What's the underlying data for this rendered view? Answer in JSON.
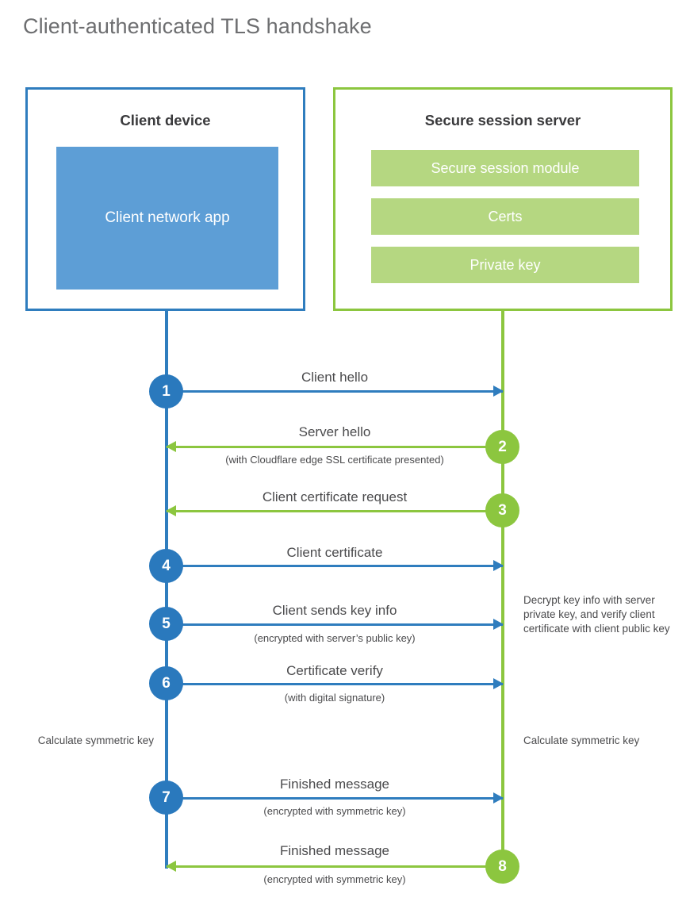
{
  "title": "Client-authenticated TLS handshake",
  "colors": {
    "client_blue": "#2f7dbe",
    "client_circle_blue": "#2a79bd",
    "client_app_fill": "#5d9ed6",
    "server_green": "#8cc63f",
    "server_item_fill": "#b5d781",
    "text_gray": "#4a4a4c",
    "title_gray": "#6d6e70",
    "background": "#ffffff"
  },
  "actors": {
    "client": {
      "title": "Client device",
      "app_label": "Client network app"
    },
    "server": {
      "title": "Secure session server",
      "items": [
        {
          "label": "Secure session module"
        },
        {
          "label": "Certs"
        },
        {
          "label": "Private key"
        }
      ]
    }
  },
  "steps": [
    {
      "num": "1",
      "label": "Client hello",
      "sub": "",
      "direction": "client-to-server"
    },
    {
      "num": "2",
      "label": "Server hello",
      "sub": "(with Cloudflare edge SSL certificate presented)",
      "direction": "server-to-client"
    },
    {
      "num": "3",
      "label": "Client certificate request",
      "sub": "",
      "direction": "server-to-client"
    },
    {
      "num": "4",
      "label": "Client certificate",
      "sub": "",
      "direction": "client-to-server"
    },
    {
      "num": "5",
      "label": "Client sends key info",
      "sub": "(encrypted with server’s public key)",
      "direction": "client-to-server"
    },
    {
      "num": "6",
      "label": "Certificate verify",
      "sub": "(with digital signature)",
      "direction": "client-to-server"
    },
    {
      "num": "7",
      "label": "Finished message",
      "sub": "(encrypted with symmetric key)",
      "direction": "client-to-server"
    },
    {
      "num": "8",
      "label": "Finished message",
      "sub": "(encrypted with symmetric key)",
      "direction": "server-to-client"
    }
  ],
  "annotations": {
    "server_decrypt": "Decrypt key info with server private key, and verify client certificate with client public key",
    "client_calc": "Calculate symmetric key",
    "server_calc": "Calculate symmetric key"
  }
}
